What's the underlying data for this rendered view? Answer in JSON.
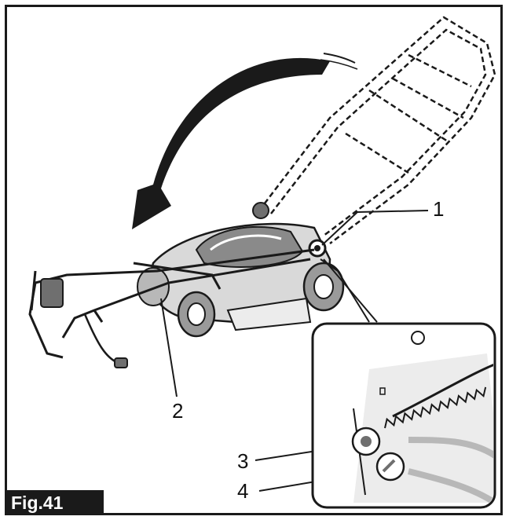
{
  "figure": {
    "label": "Fig.41",
    "callouts": [
      "1",
      "2",
      "3",
      "4"
    ]
  },
  "colors": {
    "line": "#1a1a1a",
    "grey": "#b8b8b8",
    "dark_grey": "#6f6f6f",
    "light_grey": "#d9d9d9"
  },
  "icons": [
    "curved-rotation-arrow",
    "lawn-mower",
    "handle-ghost",
    "adjustment-knob",
    "magnified-gear-detail"
  ]
}
